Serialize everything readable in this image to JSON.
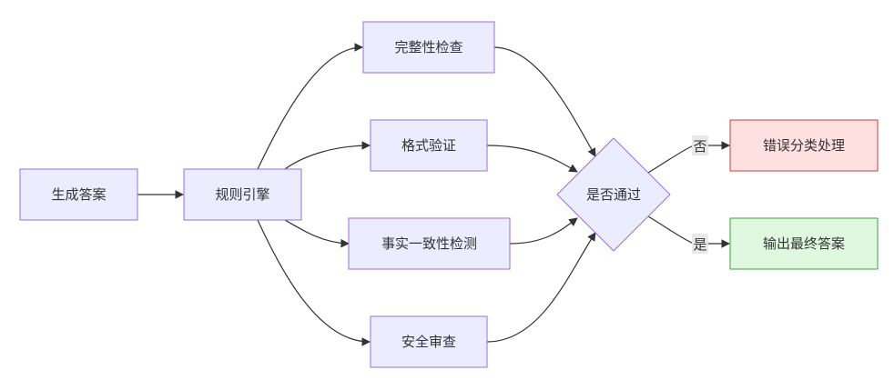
{
  "diagram": {
    "nodes": {
      "generate_answer": "生成答案",
      "rule_engine": "规则引擎",
      "completeness_check": "完整性检查",
      "format_validation": "格式验证",
      "fact_consistency_check": "事实一致性检测",
      "safety_review": "安全审查",
      "pass_decision": "是否通过",
      "error_handling": "错误分类处理",
      "output_final": "输出最终答案"
    },
    "edge_labels": {
      "no": "否",
      "yes": "是"
    },
    "colors": {
      "node_fill": "#ececff",
      "node_stroke": "#9370db",
      "error_fill": "#ffe0e0",
      "error_stroke": "#d33a3a",
      "ok_fill": "#e0f8e0",
      "ok_stroke": "#3aa63a",
      "edge": "#333333"
    }
  }
}
